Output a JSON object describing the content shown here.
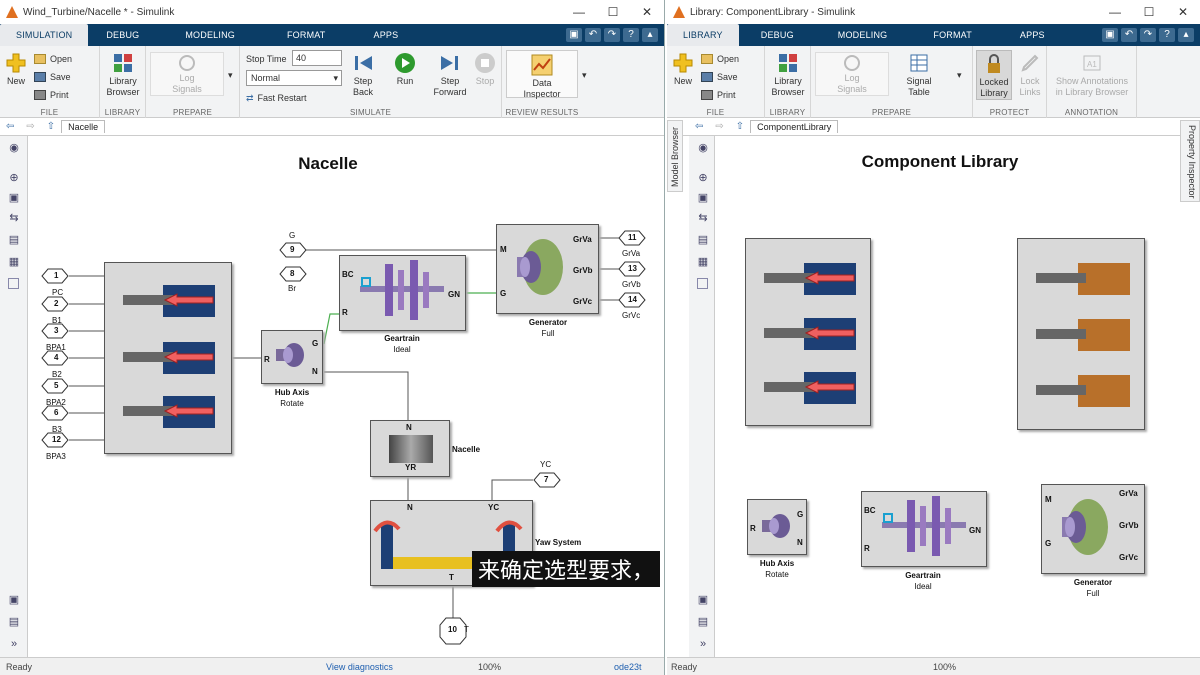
{
  "left_window": {
    "title": "Wind_Turbine/Nacelle * - Simulink",
    "tabs": [
      "SIMULATION",
      "DEBUG",
      "MODELING",
      "FORMAT",
      "APPS"
    ],
    "ribbon": {
      "file": {
        "new": "New",
        "open": "Open",
        "save": "Save",
        "print": "Print",
        "label": "FILE"
      },
      "library": {
        "browser_line1": "Library",
        "browser_line2": "Browser",
        "label": "LIBRARY"
      },
      "prepare": {
        "log_line1": "Log",
        "log_line2": "Signals",
        "label": "PREPARE"
      },
      "simulate": {
        "stop_time_label": "Stop Time",
        "stop_time_value": "40",
        "mode": "Normal",
        "fast_restart": "Fast Restart",
        "step_back_1": "Step",
        "step_back_2": "Back",
        "run": "Run",
        "step_fwd_1": "Step",
        "step_fwd_2": "Forward",
        "stop": "Stop",
        "label": "SIMULATE"
      },
      "review": {
        "data_line1": "Data",
        "data_line2": "Inspector",
        "label": "REVIEW RESULTS"
      }
    },
    "breadcrumb": "Nacelle",
    "model_title": "Nacelle",
    "status": {
      "left": "Ready",
      "center": "View diagnostics",
      "zoom": "100%",
      "solver": "ode23t"
    }
  },
  "right_window": {
    "title": "Library: ComponentLibrary - Simulink",
    "tabs": [
      "LIBRARY",
      "DEBUG",
      "MODELING",
      "FORMAT",
      "APPS"
    ],
    "ribbon": {
      "file": {
        "new": "New",
        "open": "Open",
        "save": "Save",
        "print": "Print",
        "label": "FILE"
      },
      "library": {
        "browser_line1": "Library",
        "browser_line2": "Browser",
        "label": "LIBRARY"
      },
      "prepare": {
        "log_line1": "Log",
        "log_line2": "Signals",
        "signal_line1": "Signal",
        "signal_line2": "Table",
        "label": "PREPARE"
      },
      "protect": {
        "locked_line1": "Locked",
        "locked_line2": "Library",
        "lock_line1": "Lock",
        "lock_line2": "Links",
        "label": "PROTECT"
      },
      "annotation": {
        "show_line1": "Show Annotations",
        "show_line2": "in Library Browser",
        "label": "ANNOTATION"
      }
    },
    "breadcrumb": "ComponentLibrary",
    "model_browser": "Model Browser",
    "property_inspector": "Property Inspector",
    "model_title": "Component Library",
    "status": {
      "left": "Ready",
      "zoom": "100%"
    }
  },
  "diagram": {
    "inports_left": [
      {
        "num": "1",
        "label": "PC"
      },
      {
        "num": "2",
        "label": "B1"
      },
      {
        "num": "3",
        "label": "BPA1"
      },
      {
        "num": "4",
        "label": "B2"
      },
      {
        "num": "5",
        "label": "BPA2"
      },
      {
        "num": "6",
        "label": "B3"
      },
      {
        "num": "12",
        "label": "BPA3"
      }
    ],
    "g_port": {
      "num": "9",
      "label": "G"
    },
    "br_port": {
      "num": "8",
      "label": "Br"
    },
    "yc_port": {
      "num": "7",
      "label": "YC"
    },
    "t_port": {
      "num": "10",
      "label": "T"
    },
    "outports": [
      {
        "num": "11",
        "label": "GrVa"
      },
      {
        "num": "13",
        "label": "GrVb"
      },
      {
        "num": "14",
        "label": "GrVc"
      }
    ],
    "hub": {
      "name": "Hub Axis",
      "sub": "Rotate",
      "p_r": "R",
      "p_g": "G",
      "p_n": "N"
    },
    "geartrain": {
      "name": "Geartrain",
      "sub": "Ideal",
      "p_bc": "BC",
      "p_r": "R",
      "p_gn": "GN"
    },
    "generator": {
      "name": "Generator",
      "sub": "Full",
      "p_m": "M",
      "p_g": "G",
      "p_a": "GrVa",
      "p_b": "GrVb",
      "p_c": "GrVc"
    },
    "nacelle": {
      "name": "Nacelle",
      "p_n": "N",
      "p_yr": "YR"
    },
    "yaw": {
      "name": "Yaw System",
      "p_n": "N",
      "p_yc": "YC",
      "p_t": "T"
    }
  },
  "subtitle": "来确定选型要求，",
  "colors": {
    "tabbar": "#0b3d66",
    "block_bg": "#d9d9d9",
    "connection_green": "#4caf50"
  }
}
